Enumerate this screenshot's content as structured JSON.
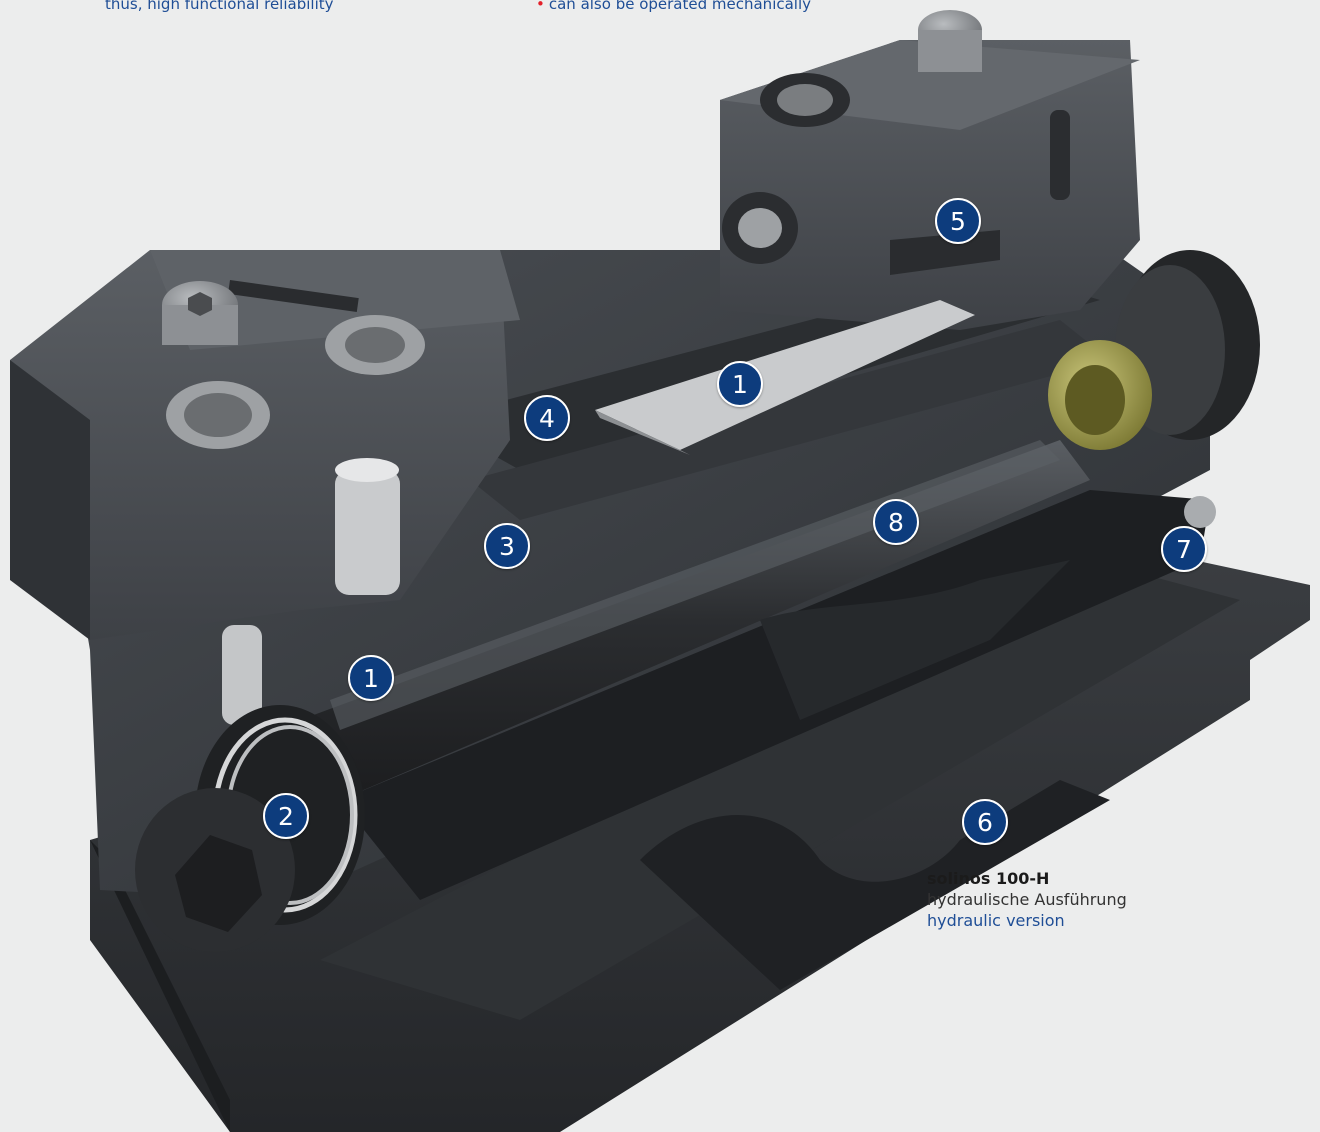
{
  "top_text": {
    "left": "thus, high functional reliability",
    "right": "can also be operated mechanically"
  },
  "badges": [
    "1",
    "4",
    "3",
    "1",
    "2",
    "5",
    "8",
    "7",
    "6"
  ],
  "caption": {
    "model": "solinos 100-H",
    "de": "hydraulische Ausführung",
    "en": "hydraulic version"
  },
  "colors": {
    "badge": "#0d3c7d",
    "body": "#3a3d41",
    "background": "#eceded",
    "accent_red": "#e3202a",
    "text_blue": "#1f4e96"
  }
}
